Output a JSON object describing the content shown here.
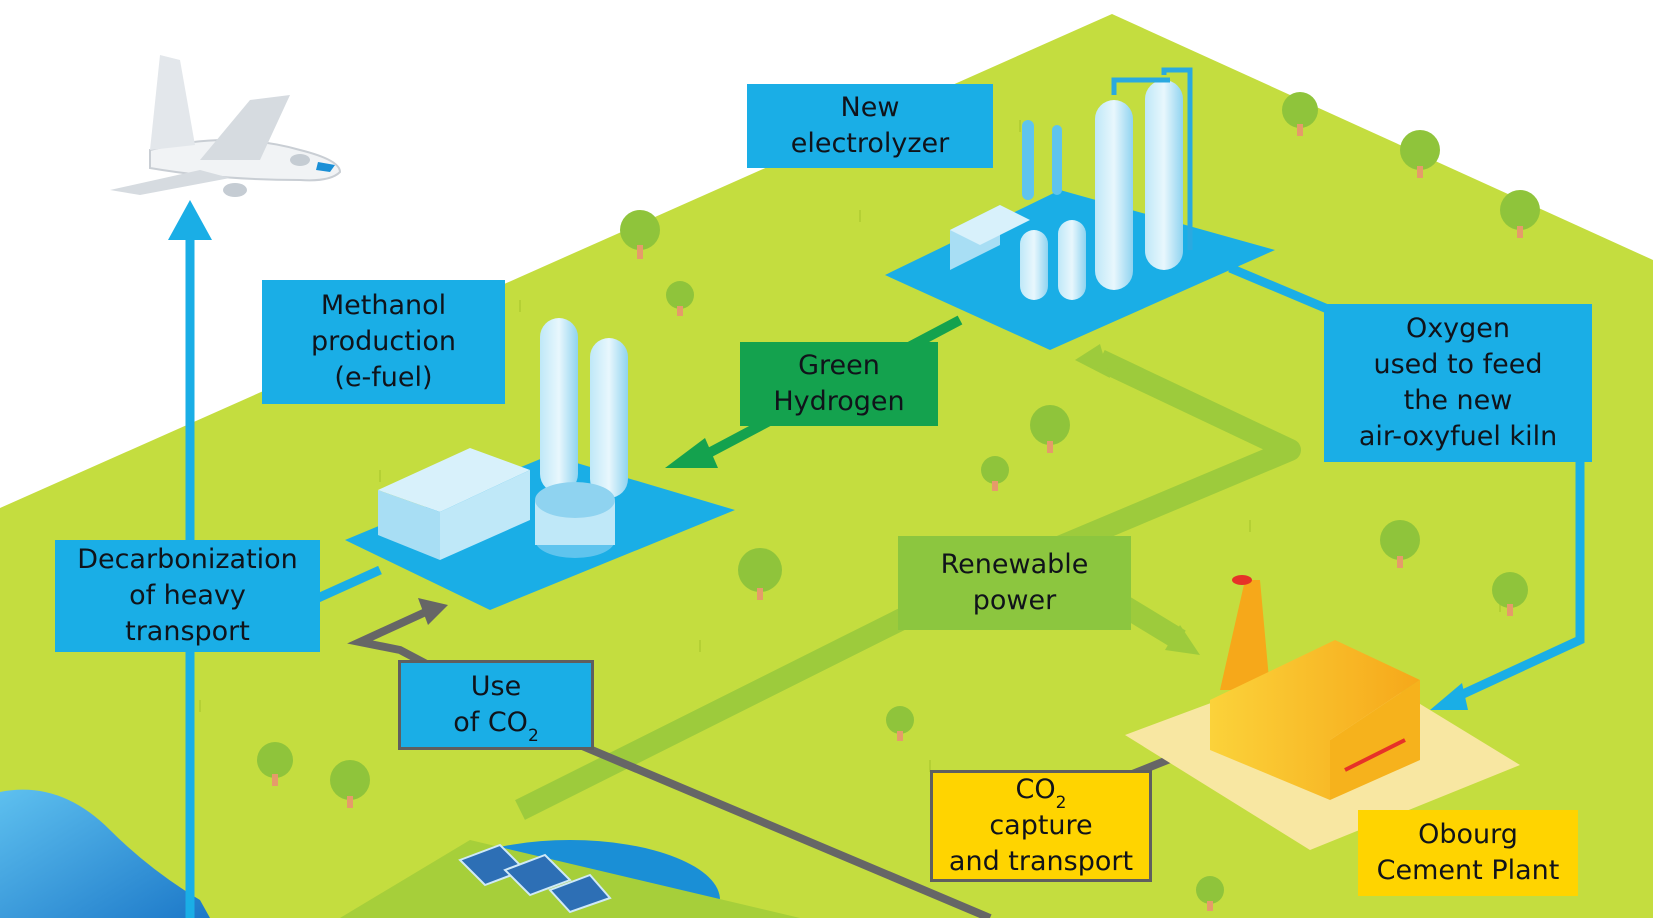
{
  "labels": {
    "new_electrolyzer": [
      "New",
      "electrolyzer"
    ],
    "methanol_production": [
      "Methanol",
      "production",
      "(e-fuel)"
    ],
    "green_hydrogen": [
      "Green",
      "Hydrogen"
    ],
    "oxygen": [
      "Oxygen",
      "used to feed",
      "the new",
      "air-oxyfuel kiln"
    ],
    "decarbonization": [
      "Decarbonization",
      "of heavy",
      "transport"
    ],
    "renewable_power": [
      "Renewable",
      "power"
    ],
    "use_co2": {
      "line1": "Use",
      "line2_prefix": "of CO",
      "line2_sub": "2"
    },
    "co2_capture": {
      "line1_prefix": "CO",
      "line1_sub": "2",
      "line2": "capture",
      "line3": "and transport"
    },
    "obourg": [
      "Obourg",
      "Cement Plant"
    ]
  },
  "colors": {
    "ground": "#c4dd3f",
    "blue_box": "#1aaee6",
    "green_box": "#14a24e",
    "light_green_box": "#8cc63f",
    "yellow_box": "#ffd400",
    "gray_arrow": "#666666",
    "sea": "#1a8fd6",
    "factory": "#f9b21d"
  },
  "icons": [
    "airplane-icon",
    "electrolyzer-icon",
    "methanol-plant-icon",
    "cement-plant-icon",
    "solar-farm-icon",
    "tree-icon"
  ]
}
